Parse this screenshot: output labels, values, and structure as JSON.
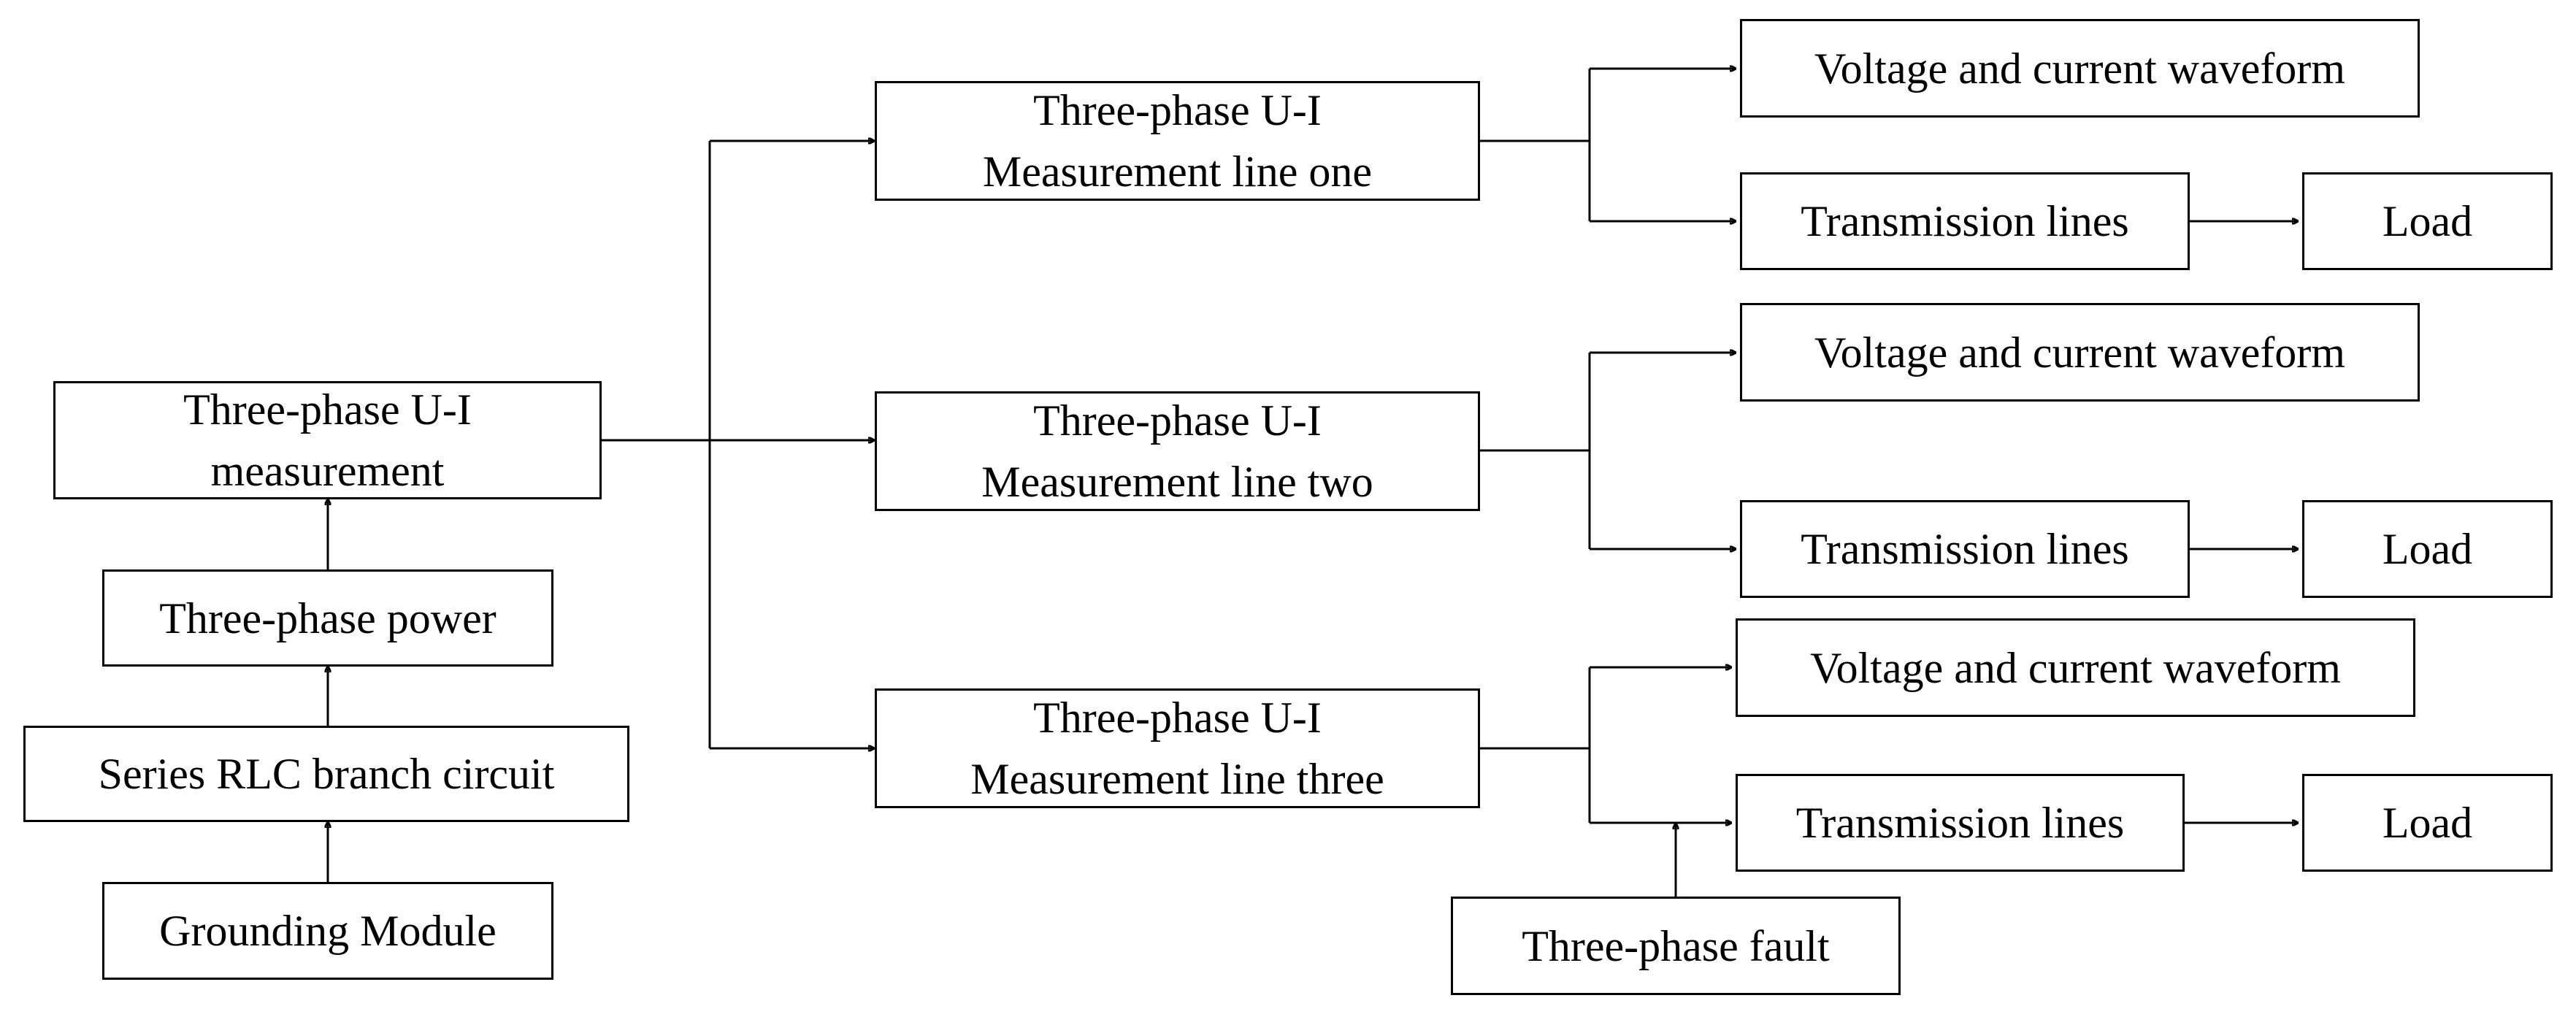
{
  "nodes": {
    "measurement_main": {
      "line1": "Three-phase U-I",
      "line2": "measurement"
    },
    "power": "Three-phase power",
    "rlc": "Series RLC branch circuit",
    "grounding": "Grounding Module",
    "line_one": {
      "line1": "Three-phase U-I",
      "line2": "Measurement line one"
    },
    "line_two": {
      "line1": "Three-phase U-I",
      "line2": "Measurement line two"
    },
    "line_three": {
      "line1": "Three-phase U-I",
      "line2": "Measurement line three"
    },
    "waveform_1": "Voltage and current waveform",
    "waveform_2": "Voltage and current waveform",
    "waveform_3": "Voltage and current waveform",
    "transmission_1": "Transmission lines",
    "transmission_2": "Transmission lines",
    "transmission_3": "Transmission lines",
    "load_1": "Load",
    "load_2": "Load",
    "load_3": "Load",
    "fault": "Three-phase fault"
  }
}
